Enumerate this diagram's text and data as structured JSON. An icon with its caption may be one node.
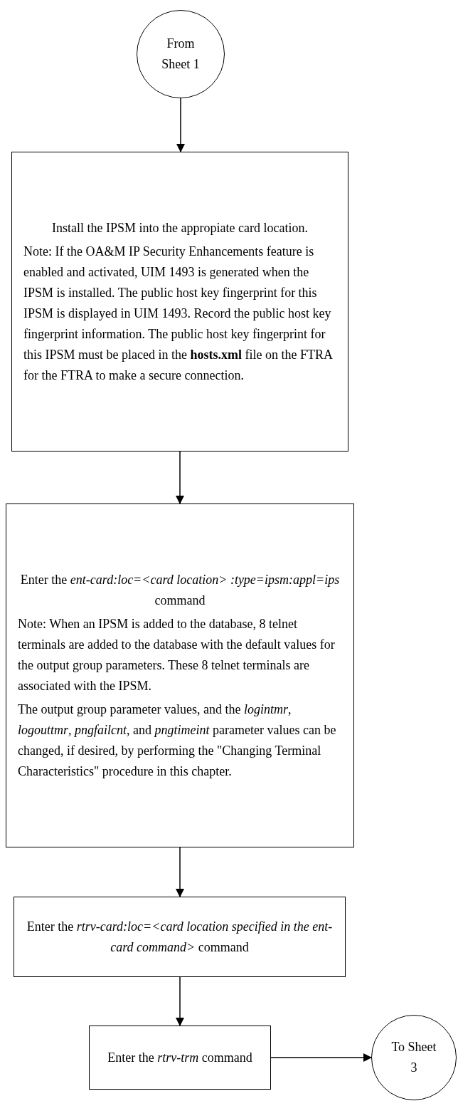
{
  "diagram": {
    "nodes": [
      {
        "text": [
          "From Sheet 1"
        ]
      },
      {
        "text": [
          "Install the IPSM into the appropiate card location.",
          "Note: If the OA&M IP Security Enhancements feature is enabled and activated, UIM 1493 is generated when the IPSM is installed. The public host key fingerprint for this IPSM is displayed in UIM 1493. Record the public host key fingerprint information. The public host key fingerprint for this IPSM must be placed in the **hosts.xml** file on the FTRA for the FTRA to make a secure connection."
        ]
      },
      {
        "text": [
          "Enter the *ent-card:loc=<card location> :type=ipsm:appl=ips* command",
          "Note: When an IPSM is added to the database, 8 telnet terminals are added to the database with the default values for the output group parameters.  These 8 telnet terminals are associated with the IPSM.",
          "The output group parameter values, and the *logintmr*, *logouttmr*, *pngfailcnt*, and *pngtimeint* parameter values can be changed, if desired, by performing the \"Changing Terminal Characteristics\" procedure in this chapter."
        ]
      },
      {
        "text": [
          "Enter the *rtrv-card:loc=<card location specified in the ent-card command>* command"
        ]
      },
      {
        "text": [
          "Enter the *rtrv-trm* command"
        ]
      },
      {
        "text": [
          "To Sheet 3"
        ]
      }
    ],
    "edges": [
      {
        "from": 0,
        "to": 1,
        "arrow": "to"
      },
      {
        "from": 1,
        "to": 2,
        "arrow": "to"
      },
      {
        "from": 2,
        "to": 3,
        "arrow": "to"
      },
      {
        "from": 3,
        "to": 4,
        "arrow": "to"
      },
      {
        "from": 4,
        "to": 5,
        "arrow": "to"
      }
    ]
  }
}
